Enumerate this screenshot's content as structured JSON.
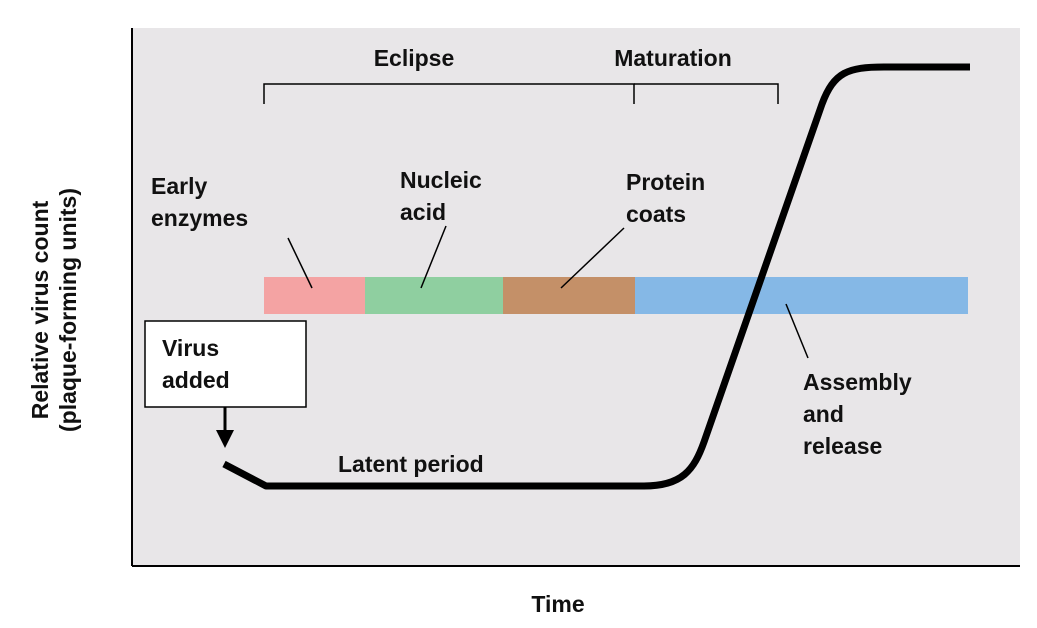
{
  "axes": {
    "x_label": "Time",
    "y_label_line1": "Relative virus count",
    "y_label_line2": "(plaque-forming units)"
  },
  "brackets": {
    "eclipse": "Eclipse",
    "maturation": "Maturation"
  },
  "phases": [
    {
      "name": "Early enzymes",
      "line1": "Early",
      "line2": "enzymes",
      "color": "#f4a3a3"
    },
    {
      "name": "Nucleic acid",
      "line1": "Nucleic",
      "line2": "acid",
      "color": "#8fcfa0"
    },
    {
      "name": "Protein coats",
      "line1": "Protein",
      "line2": "coats",
      "color": "#c49068"
    },
    {
      "name": "Assembly and release",
      "line1": "Assembly",
      "line2": "and",
      "line3": "release",
      "color": "#85b8e6"
    }
  ],
  "callout": {
    "line1": "Virus",
    "line2": "added"
  },
  "curve_label": "Latent period",
  "colors": {
    "plot_background": "#e8e6e8",
    "curve": "#000000"
  }
}
